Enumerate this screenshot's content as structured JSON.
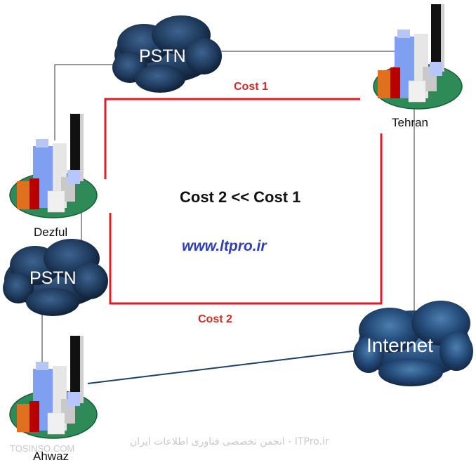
{
  "clouds": {
    "pstn_top": "PSTN",
    "pstn_mid": "PSTN",
    "internet": "Internet"
  },
  "sites": {
    "tehran": "Tehran",
    "dezful": "Dezful",
    "ahwaz": "Ahwaz"
  },
  "paths": {
    "cost1": "Cost 1",
    "cost2": "Cost 2"
  },
  "comparison": "Cost 2 << Cost 1",
  "website": "www.ltpro.ir",
  "footer": {
    "right": "ITPro.ir - انجمن تخصصی فناوری اطلاعات ایران",
    "left": "TOSINSO.COM"
  },
  "colors": {
    "cost_path": "#e21c26",
    "cost_label": "#d12a2a",
    "website": "#2f3fb3",
    "wan_link": "#1f3f66",
    "link_line": "#333333",
    "cloud_dark": "#0f1e33",
    "cloud_mid": "#2f4f7a",
    "ground": "#2e8b57"
  },
  "icons": [
    "building-icon",
    "cloud-icon"
  ]
}
